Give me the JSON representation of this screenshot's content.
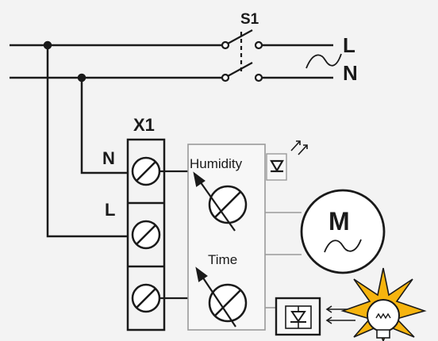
{
  "diagram": {
    "switch_label": "S1",
    "line_label": "L",
    "neutral_label": "N",
    "terminal_block_label": "X1",
    "terminal_n_label": "N",
    "terminal_l_label": "L",
    "humidity_label": "Humidity",
    "time_label": "Time",
    "motor_label": "M",
    "colors": {
      "background": "#f3f3f3",
      "stroke": "#1a1a1a",
      "module_border": "#9a9a9a",
      "module_fill": "#f7f7f7",
      "lamp_glow": "#f6b40e"
    },
    "icons": [
      "ac-sine-icon",
      "led-icon",
      "motor-icon",
      "photodiode-sensor-icon",
      "lamp-icon"
    ]
  }
}
